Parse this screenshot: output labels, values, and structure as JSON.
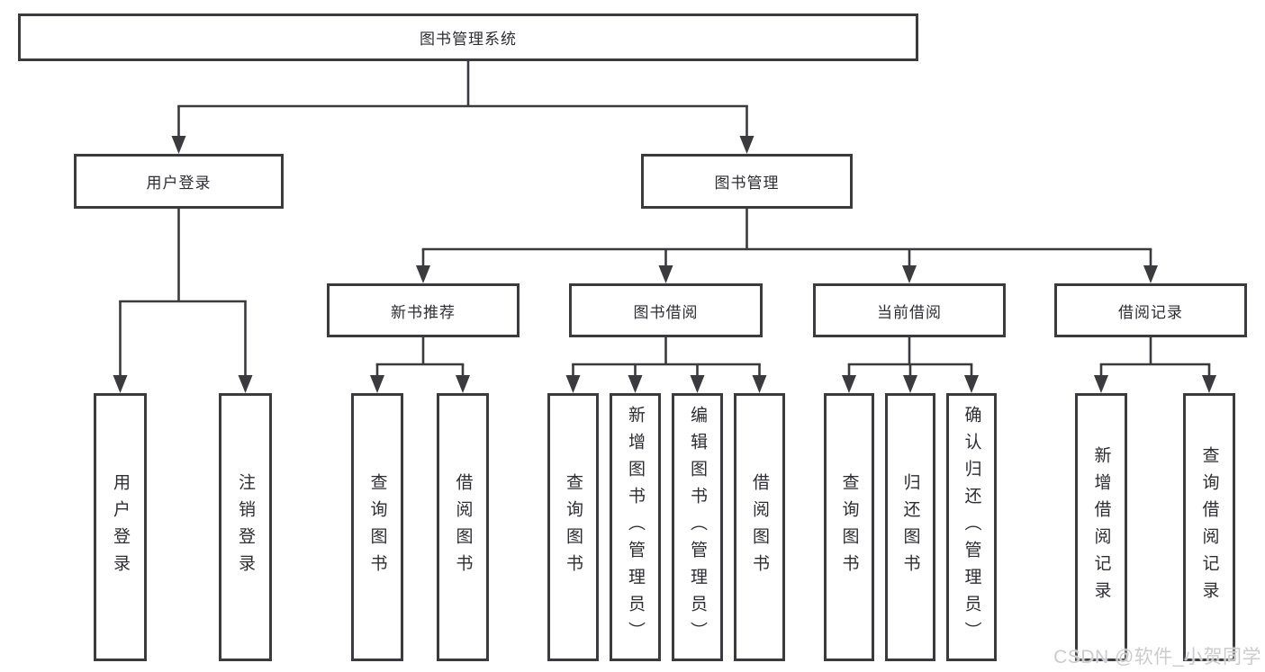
{
  "diagram": {
    "root": {
      "label": "图书管理系统"
    },
    "level2": [
      {
        "label": "用户登录"
      },
      {
        "label": "图书管理"
      }
    ],
    "level3": [
      {
        "label": "新书推荐"
      },
      {
        "label": "图书借阅"
      },
      {
        "label": "当前借阅"
      },
      {
        "label": "借阅记录"
      }
    ],
    "leaves": {
      "user_login": [
        "用户登录",
        "注销登录"
      ],
      "new_book_recommend": [
        "查询图书",
        "借阅图书"
      ],
      "book_borrow": [
        "查询图书",
        "新增图书（管理员）",
        "编辑图书（管理员）",
        "借阅图书"
      ],
      "current_borrow": [
        "查询图书",
        "归还图书",
        "确认归还（管理员）"
      ],
      "borrow_record": [
        "新增借阅记录",
        "查询借阅记录"
      ]
    },
    "colors": {
      "line": "#3a3a3f",
      "text": "#2d2d33",
      "background": "#ffffff",
      "watermark": "#c9c9c9"
    }
  },
  "watermark": {
    "text": "CSDN @软件_小贺同学"
  }
}
